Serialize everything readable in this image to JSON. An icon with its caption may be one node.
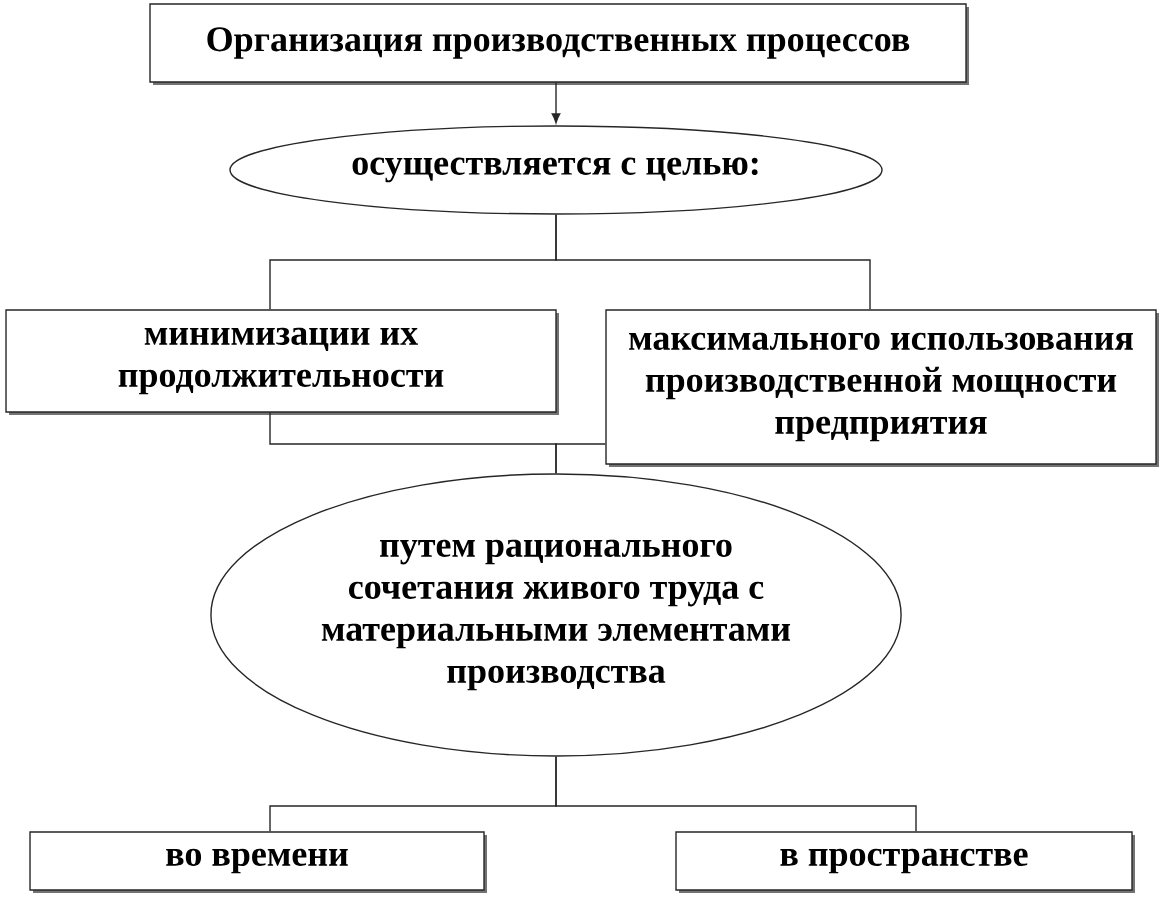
{
  "diagram": {
    "nodes": [
      {
        "text": [
          "Организация производственных процессов"
        ]
      },
      {
        "text": [
          "осуществляется с целью:"
        ]
      },
      {
        "text": [
          "минимизации их продолжительности"
        ]
      },
      {
        "text": [
          "максимального использования производственной мощности предприятия"
        ]
      },
      {
        "text": [
          "путем рационального сочетания живого труда с материальными элементами производства"
        ]
      },
      {
        "text": [
          "во времени"
        ]
      },
      {
        "text": [
          "в пространстве"
        ]
      }
    ],
    "edges": [
      {
        "from": 0,
        "to": 1,
        "arrow": "to"
      },
      {
        "from": 1,
        "to": 2,
        "arrow": "none"
      },
      {
        "from": 1,
        "to": 3,
        "arrow": "none"
      },
      {
        "from": 2,
        "to": 4,
        "arrow": "none"
      },
      {
        "from": 3,
        "to": 4,
        "arrow": "none"
      },
      {
        "from": 4,
        "to": 5,
        "arrow": "none"
      },
      {
        "from": 4,
        "to": 6,
        "arrow": "none"
      }
    ]
  }
}
